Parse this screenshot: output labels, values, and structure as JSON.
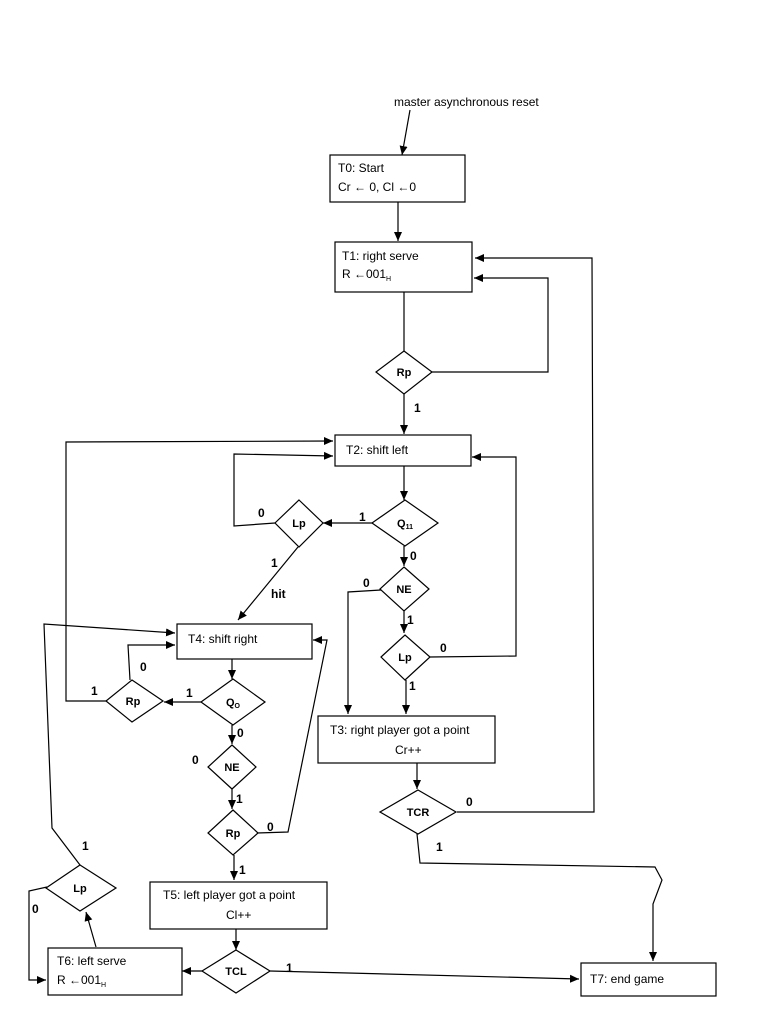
{
  "reset_label": "master asynchronous reset",
  "states": {
    "t0": {
      "line1": "T0: Start",
      "line2": "Cr ← 0,  Cl ←0"
    },
    "t1": {
      "line1": "T1: right serve",
      "line2_main": "R ←001",
      "line2_sub": "H"
    },
    "t2": {
      "line1": "T2: shift left"
    },
    "t3": {
      "line1": "T3: right player got a point",
      "line2": "Cr++"
    },
    "t4": {
      "line1": "T4: shift right"
    },
    "t5": {
      "line1": "T5: left player got a point",
      "line2": "Cl++"
    },
    "t6": {
      "line1": "T6: left serve",
      "line2_main": "R ←001",
      "line2_sub": "H"
    },
    "t7": {
      "line1": "T7: end game"
    }
  },
  "decisions": {
    "rp1": "Rp",
    "q11_main": "Q",
    "q11_sub": "11",
    "lp_t2": "Lp",
    "ne_right": "NE",
    "lp_right": "Lp",
    "tcr": "TCR",
    "q0_main": "Q",
    "q0_sub": "O",
    "rp_left": "Rp",
    "ne_left": "NE",
    "rp_t4": "Rp",
    "lp_t6": "Lp",
    "tcl": "TCL"
  },
  "edge_labels": {
    "rp1_yes": "1",
    "q11_yes": "1",
    "q11_no": "0",
    "lp_t2_no": "0",
    "lp_t2_yes": "1",
    "hit": "hit",
    "ne_right_no": "0",
    "ne_right_yes": "1",
    "lp_right_no": "0",
    "lp_right_yes": "1",
    "tcr_no": "0",
    "tcr_yes": "1",
    "q0_yes": "1",
    "q0_no": "0",
    "rp_left_no": "0",
    "rp_left_yes": "1",
    "ne_left_no": "0",
    "ne_left_yes": "1",
    "rp_t4_no": "0",
    "rp_t4_yes": "1",
    "lp_t6_yes": "1",
    "lp_t6_no": "0",
    "tcl_yes": "1"
  }
}
